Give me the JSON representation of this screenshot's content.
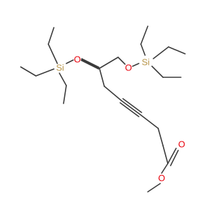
{
  "colors": {
    "background": "#ffffff",
    "bond": "#3a3a3a",
    "oxygen": "#e8000b",
    "silicon": "#b8964a"
  },
  "atoms": {
    "O1": "O",
    "Si1": "Si",
    "O2": "O",
    "Si2": "Si",
    "O3": "O",
    "O4": "O"
  }
}
